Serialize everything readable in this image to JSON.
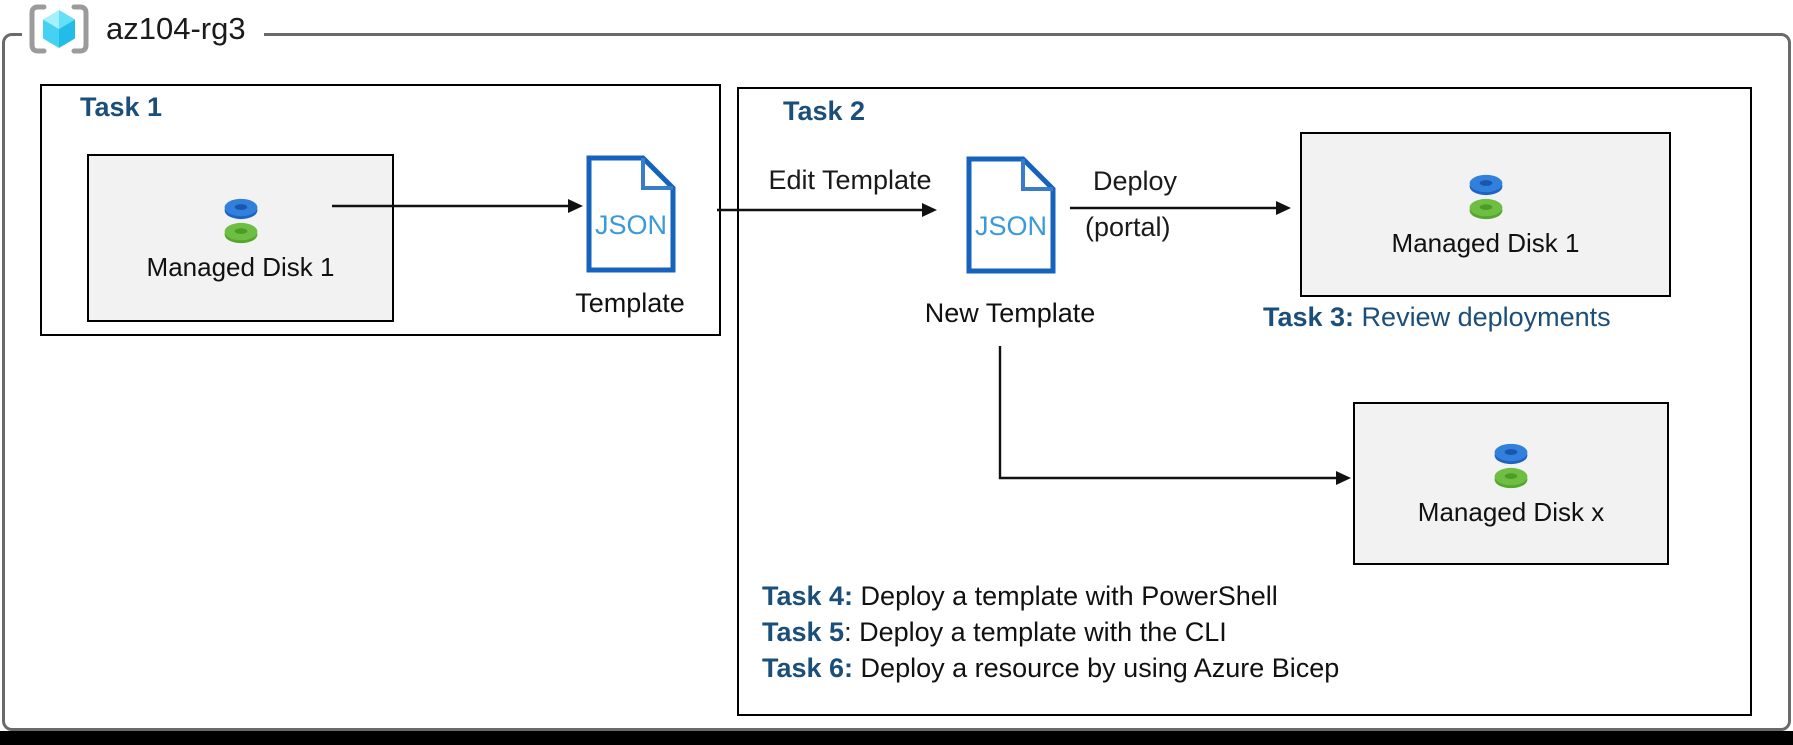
{
  "resource_group": {
    "name": "az104-rg3",
    "icon": "resource-group-cube-icon"
  },
  "colors": {
    "task_heading_blue": "#1B4E79",
    "json_border_blue": "#1663BE",
    "json_text_blue": "#3A9AD9",
    "resource_box_fill": "#F2F2F2",
    "disk_blue": "#3181DC",
    "disk_green": "#6FBE44",
    "outer_border_grey": "#6A6A6A"
  },
  "task1": {
    "title": "Task 1",
    "disk_box": {
      "label": "Managed Disk 1",
      "icon": "managed-disk-icon"
    },
    "template": {
      "doc_text": "JSON",
      "label": "Template",
      "icon": "json-document-icon"
    }
  },
  "task2": {
    "title": "Task 2",
    "edit_arrow_label": "Edit Template",
    "new_template": {
      "doc_text": "JSON",
      "label": "New Template",
      "icon": "json-document-icon"
    },
    "deploy_arrow": {
      "line1": "Deploy",
      "line2": "(portal)"
    },
    "disk_box_1": {
      "label": "Managed Disk 1",
      "icon": "managed-disk-icon"
    },
    "disk_box_x": {
      "label": "Managed Disk x",
      "icon": "managed-disk-icon"
    },
    "task3": {
      "label": "Task 3:",
      "text": " Review deployments"
    },
    "task_list": [
      {
        "label": "Task 4:",
        "text": " Deploy a template with PowerShell"
      },
      {
        "label": "Task 5",
        "text": ": Deploy a template with the CLI"
      },
      {
        "label": "Task 6:",
        "text": " Deploy a resource by using Azure Bicep"
      }
    ]
  }
}
